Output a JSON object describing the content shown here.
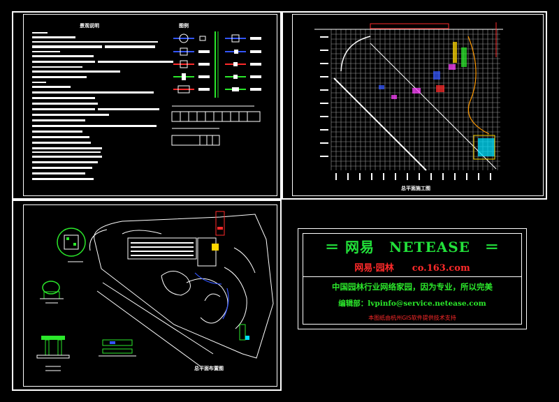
{
  "sheets": {
    "top_left": {
      "title": "景观说明",
      "legend_title": "图例"
    },
    "top_right": {
      "caption": "总平面施工图"
    },
    "bottom_left": {
      "caption": "总平面布置图"
    }
  },
  "title_block": {
    "heading": "＝ 网易　NETEASE　＝",
    "brand": "网易·园林　　co.163.com",
    "slogan": "中国园林行业网络家园，因为专业，所以完美",
    "email": "编辑部：lvpinfo@service.netease.com",
    "support": "本图纸由杭州GIS软件提供技术支持"
  },
  "colors": {
    "background": "#000000",
    "frame": "#ffffff",
    "title_green": "#22e13a",
    "title_red": "#ff2a2a"
  }
}
